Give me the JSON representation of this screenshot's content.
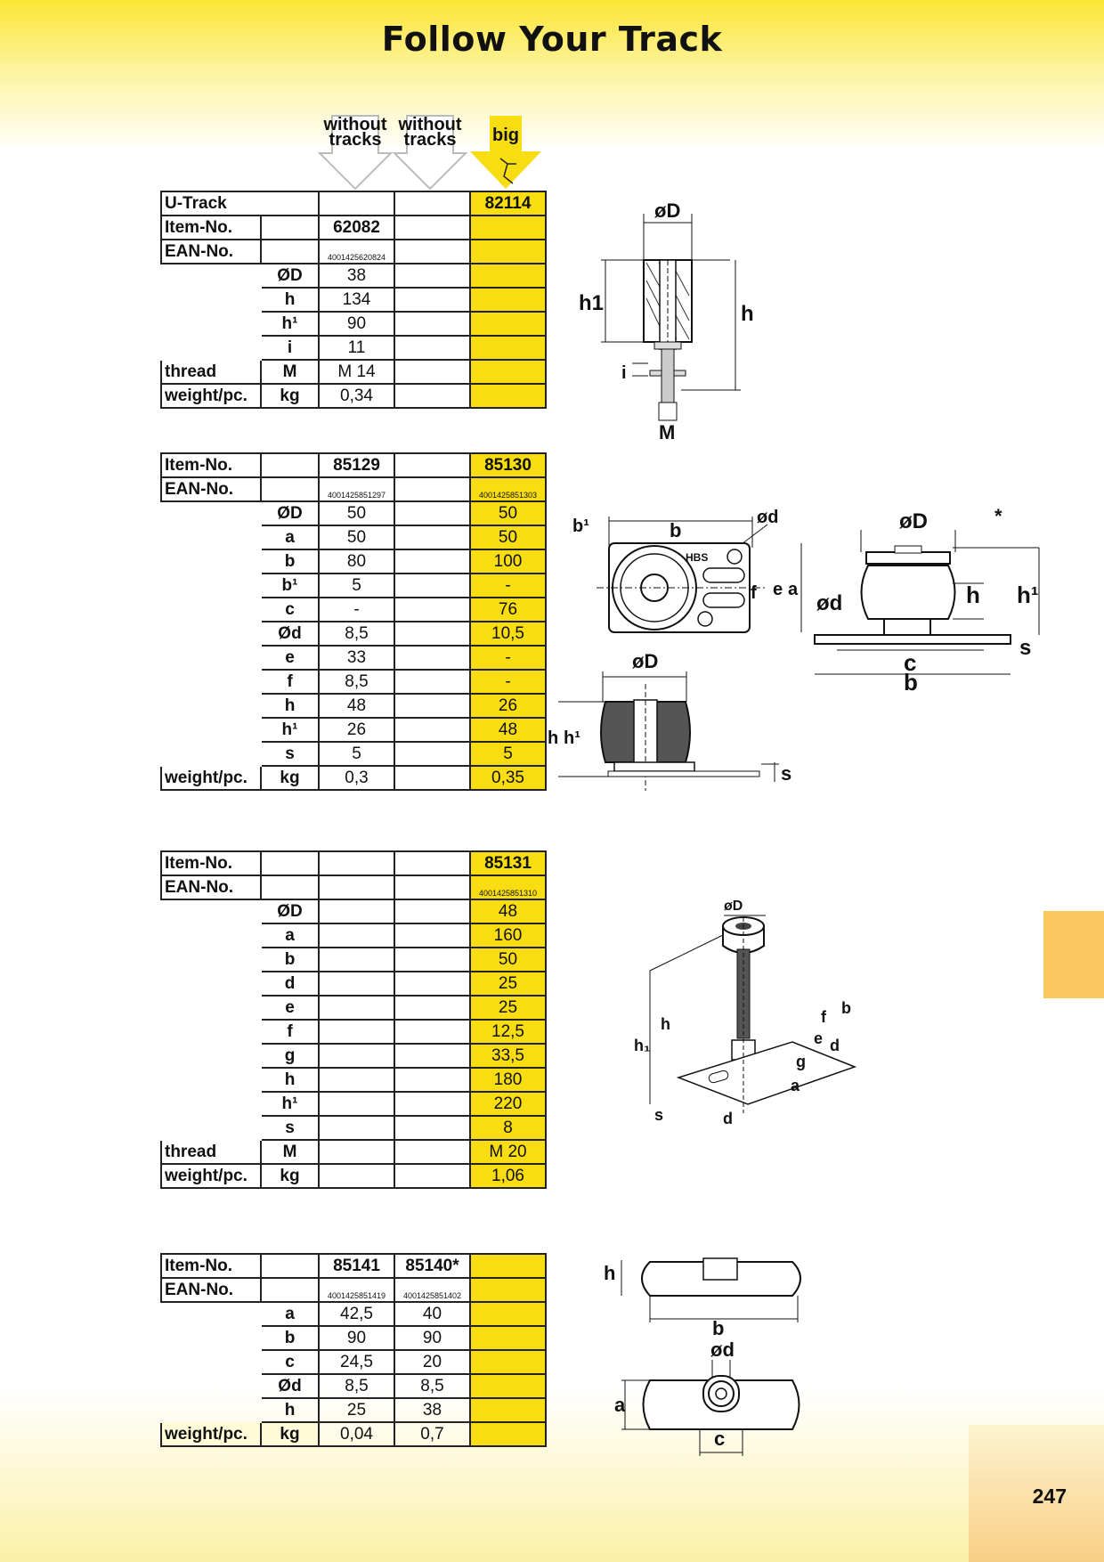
{
  "title": "Follow Your Track",
  "page_number": "247",
  "column_headers": {
    "col1": [
      "without",
      "tracks"
    ],
    "col2": [
      "without",
      "tracks"
    ],
    "col3": "big"
  },
  "tables": [
    {
      "rows": [
        {
          "label": "U-Track",
          "unit": "",
          "v1": "",
          "v2": "",
          "v3": "82114",
          "span": true,
          "bold": true
        },
        {
          "label": "Item-No.",
          "unit": "",
          "v1": "62082",
          "v2": "",
          "v3": "",
          "bold": true
        },
        {
          "label": "EAN-No.",
          "unit": "",
          "v1": "4001425620824",
          "v2": "",
          "v3": "",
          "ean": true
        },
        {
          "label": "",
          "unit": "ØD",
          "v1": "38",
          "v2": "",
          "v3": ""
        },
        {
          "label": "",
          "unit": "h",
          "v1": "134",
          "v2": "",
          "v3": ""
        },
        {
          "label": "",
          "unit": "h¹",
          "v1": "90",
          "v2": "",
          "v3": ""
        },
        {
          "label": "",
          "unit": "i",
          "v1": "11",
          "v2": "",
          "v3": ""
        },
        {
          "label": "thread",
          "unit": "M",
          "v1": "M 14",
          "v2": "",
          "v3": ""
        },
        {
          "label": "weight/pc.",
          "unit": "kg",
          "v1": "0,34",
          "v2": "",
          "v3": ""
        }
      ]
    },
    {
      "rows": [
        {
          "label": "Item-No.",
          "unit": "",
          "v1": "85129",
          "v2": "",
          "v3": "85130",
          "bold": true
        },
        {
          "label": "EAN-No.",
          "unit": "",
          "v1": "4001425851297",
          "v2": "",
          "v3": "4001425851303",
          "ean": true
        },
        {
          "label": "",
          "unit": "ØD",
          "v1": "50",
          "v2": "",
          "v3": "50"
        },
        {
          "label": "",
          "unit": "a",
          "v1": "50",
          "v2": "",
          "v3": "50"
        },
        {
          "label": "",
          "unit": "b",
          "v1": "80",
          "v2": "",
          "v3": "100"
        },
        {
          "label": "",
          "unit": "b¹",
          "v1": "5",
          "v2": "",
          "v3": "-"
        },
        {
          "label": "",
          "unit": "c",
          "v1": "-",
          "v2": "",
          "v3": "76"
        },
        {
          "label": "",
          "unit": "Ød",
          "v1": "8,5",
          "v2": "",
          "v3": "10,5"
        },
        {
          "label": "",
          "unit": "e",
          "v1": "33",
          "v2": "",
          "v3": "-"
        },
        {
          "label": "",
          "unit": "f",
          "v1": "8,5",
          "v2": "",
          "v3": "-"
        },
        {
          "label": "",
          "unit": "h",
          "v1": "48",
          "v2": "",
          "v3": "26"
        },
        {
          "label": "",
          "unit": "h¹",
          "v1": "26",
          "v2": "",
          "v3": "48"
        },
        {
          "label": "",
          "unit": "s",
          "v1": "5",
          "v2": "",
          "v3": "5"
        },
        {
          "label": "weight/pc.",
          "unit": "kg",
          "v1": "0,3",
          "v2": "",
          "v3": "0,35"
        }
      ]
    },
    {
      "rows": [
        {
          "label": "Item-No.",
          "unit": "",
          "v1": "",
          "v2": "",
          "v3": "85131",
          "bold": true
        },
        {
          "label": "EAN-No.",
          "unit": "",
          "v1": "",
          "v2": "",
          "v3": "4001425851310",
          "ean": true
        },
        {
          "label": "",
          "unit": "ØD",
          "v1": "",
          "v2": "",
          "v3": "48"
        },
        {
          "label": "",
          "unit": "a",
          "v1": "",
          "v2": "",
          "v3": "160"
        },
        {
          "label": "",
          "unit": "b",
          "v1": "",
          "v2": "",
          "v3": "50"
        },
        {
          "label": "",
          "unit": "d",
          "v1": "",
          "v2": "",
          "v3": "25"
        },
        {
          "label": "",
          "unit": "e",
          "v1": "",
          "v2": "",
          "v3": "25"
        },
        {
          "label": "",
          "unit": "f",
          "v1": "",
          "v2": "",
          "v3": "12,5"
        },
        {
          "label": "",
          "unit": "g",
          "v1": "",
          "v2": "",
          "v3": "33,5"
        },
        {
          "label": "",
          "unit": "h",
          "v1": "",
          "v2": "",
          "v3": "180"
        },
        {
          "label": "",
          "unit": "h¹",
          "v1": "",
          "v2": "",
          "v3": "220"
        },
        {
          "label": "",
          "unit": "s",
          "v1": "",
          "v2": "",
          "v3": "8"
        },
        {
          "label": "thread",
          "unit": "M",
          "v1": "",
          "v2": "",
          "v3": "M 20"
        },
        {
          "label": "weight/pc.",
          "unit": "kg",
          "v1": "",
          "v2": "",
          "v3": "1,06"
        }
      ]
    },
    {
      "rows": [
        {
          "label": "Item-No.",
          "unit": "",
          "v1": "85141",
          "v2": "85140*",
          "v3": "",
          "bold": true
        },
        {
          "label": "EAN-No.",
          "unit": "",
          "v1": "4001425851419",
          "v2": "4001425851402",
          "v3": "",
          "ean": true
        },
        {
          "label": "",
          "unit": "a",
          "v1": "42,5",
          "v2": "40",
          "v3": ""
        },
        {
          "label": "",
          "unit": "b",
          "v1": "90",
          "v2": "90",
          "v3": ""
        },
        {
          "label": "",
          "unit": "c",
          "v1": "24,5",
          "v2": "20",
          "v3": ""
        },
        {
          "label": "",
          "unit": "Ød",
          "v1": "8,5",
          "v2": "8,5",
          "v3": ""
        },
        {
          "label": "",
          "unit": "h",
          "v1": "25",
          "v2": "38",
          "v3": ""
        },
        {
          "label": "weight/pc.",
          "unit": "kg",
          "v1": "0,04",
          "v2": "0,7",
          "v3": ""
        }
      ]
    }
  ],
  "drawings": {
    "d1": {
      "D": "øD",
      "h1": "h1",
      "h": "h",
      "i": "i",
      "M": "M"
    },
    "d2": {
      "b1": "b¹",
      "b": "b",
      "d": "ød",
      "hbs": "HBS",
      "e": "e",
      "a": "a",
      "f": "f"
    },
    "d3": {
      "star": "*",
      "D": "øD",
      "d": "ød",
      "h": "h",
      "h1": "h¹",
      "c": "c",
      "b": "b",
      "s": "s"
    },
    "d4": {
      "D": "øD",
      "h": "h",
      "h1": "h¹",
      "s": "s"
    },
    "d5": {
      "D": "øD",
      "h1": "h₁",
      "h": "h",
      "b": "b",
      "f": "f",
      "e": "e",
      "d": "d",
      "g": "g",
      "a": "a",
      "s": "s",
      "d2": "d"
    },
    "d6": {
      "h": "h",
      "b": "b",
      "d": "ød",
      "a": "a",
      "c": "c"
    }
  }
}
